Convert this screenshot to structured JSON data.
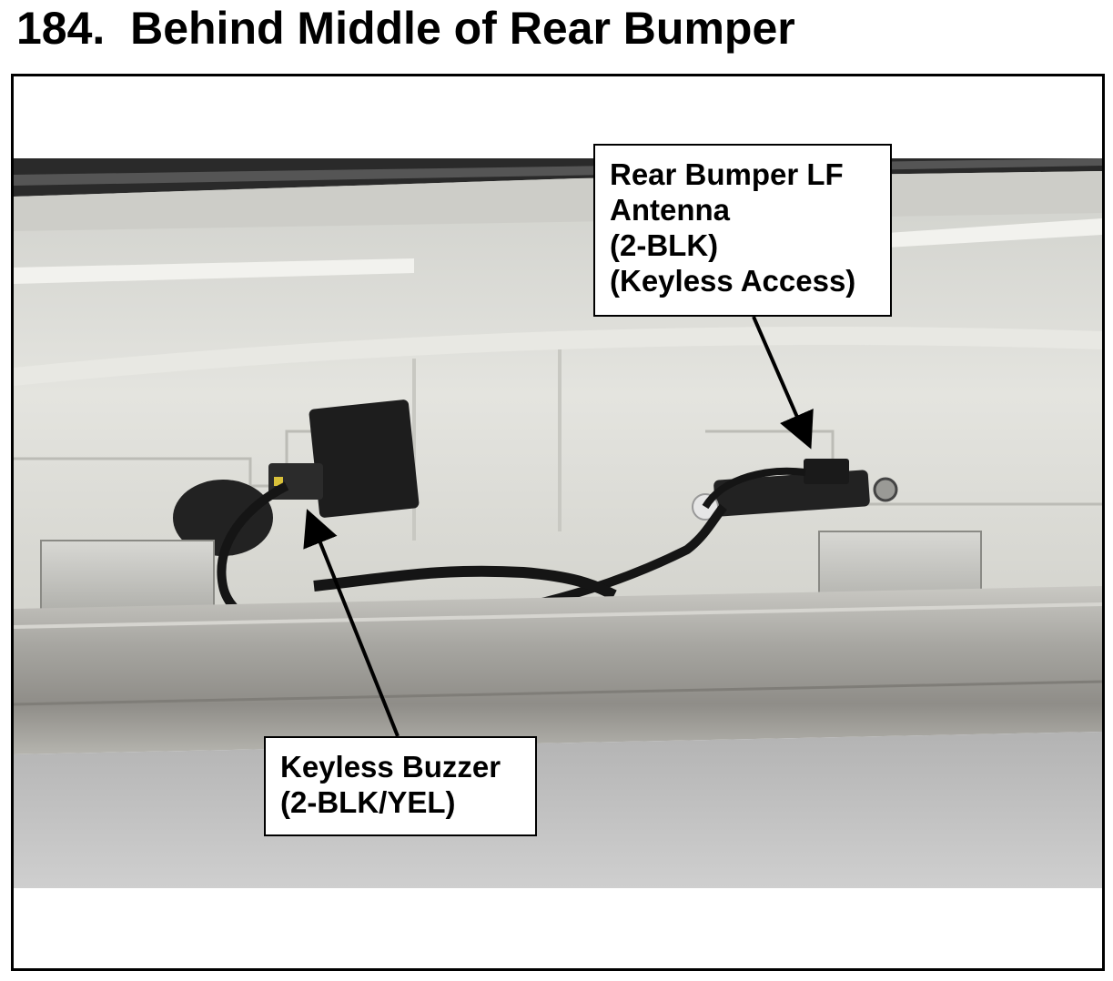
{
  "page": {
    "title": "184.  Behind Middle of Rear Bumper"
  },
  "callouts": {
    "antenna": {
      "lines": [
        "Rear Bumper LF",
        "Antenna",
        "(2-BLK)",
        "(Keyless Access)"
      ]
    },
    "buzzer": {
      "lines": [
        "Keyless Buzzer",
        "(2-BLK/YEL)"
      ]
    }
  },
  "colors": {
    "text": "#000000",
    "background": "#ffffff",
    "panel": "#d9d9d4",
    "bumper_beam": "#9c9a94",
    "floor": "#c4c4c4"
  }
}
